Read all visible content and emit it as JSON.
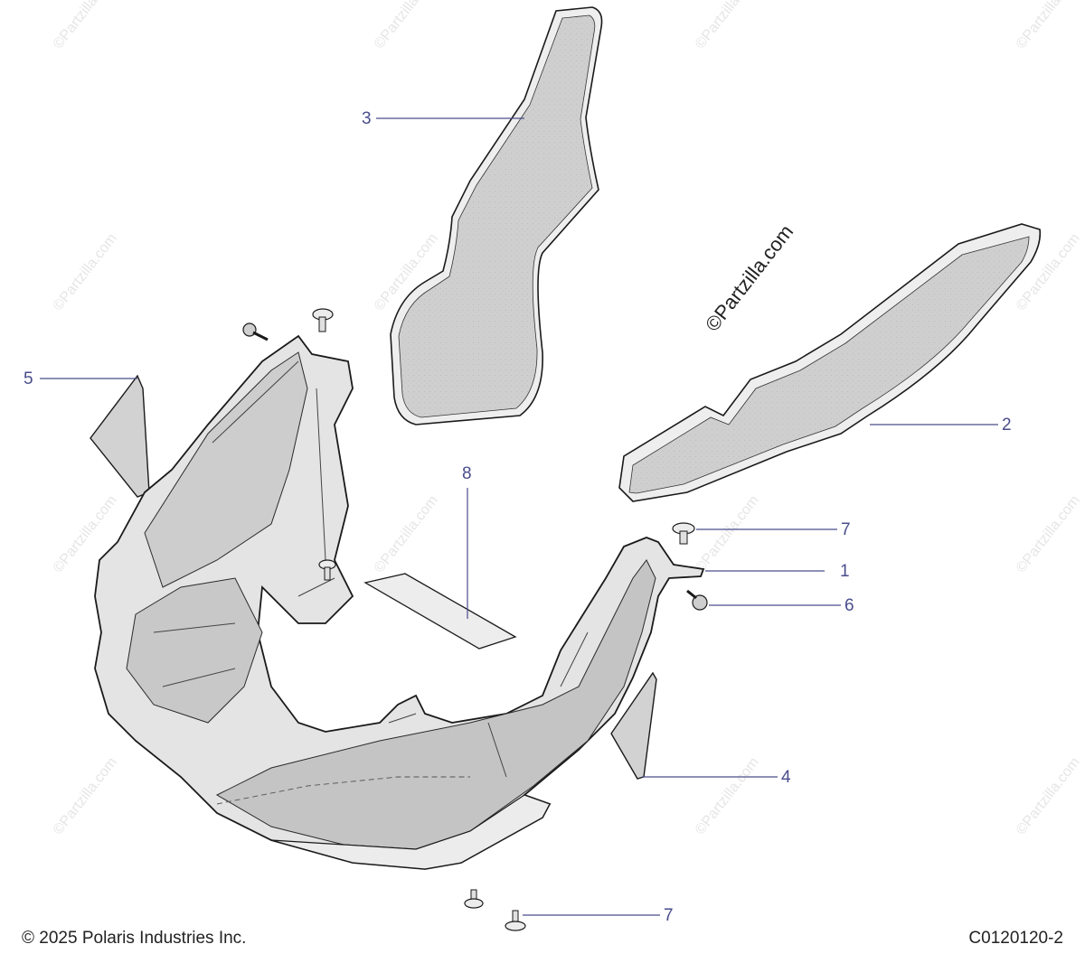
{
  "watermark": {
    "main": "©Partzilla.com",
    "repeat": "©Partzilla.com"
  },
  "callouts": {
    "c1": "1",
    "c2": "2",
    "c3": "3",
    "c4": "4",
    "c5": "5",
    "c6": "6",
    "c7a": "7",
    "c7b": "7",
    "c8": "8"
  },
  "footer": {
    "copyright": "© 2025 Polaris Industries Inc.",
    "code": "C0120120-2"
  },
  "colors": {
    "callout": "#4a4d8c",
    "part_fill": "#d6d6d6",
    "part_light": "#ebebeb",
    "outline": "#1a1a1a"
  }
}
